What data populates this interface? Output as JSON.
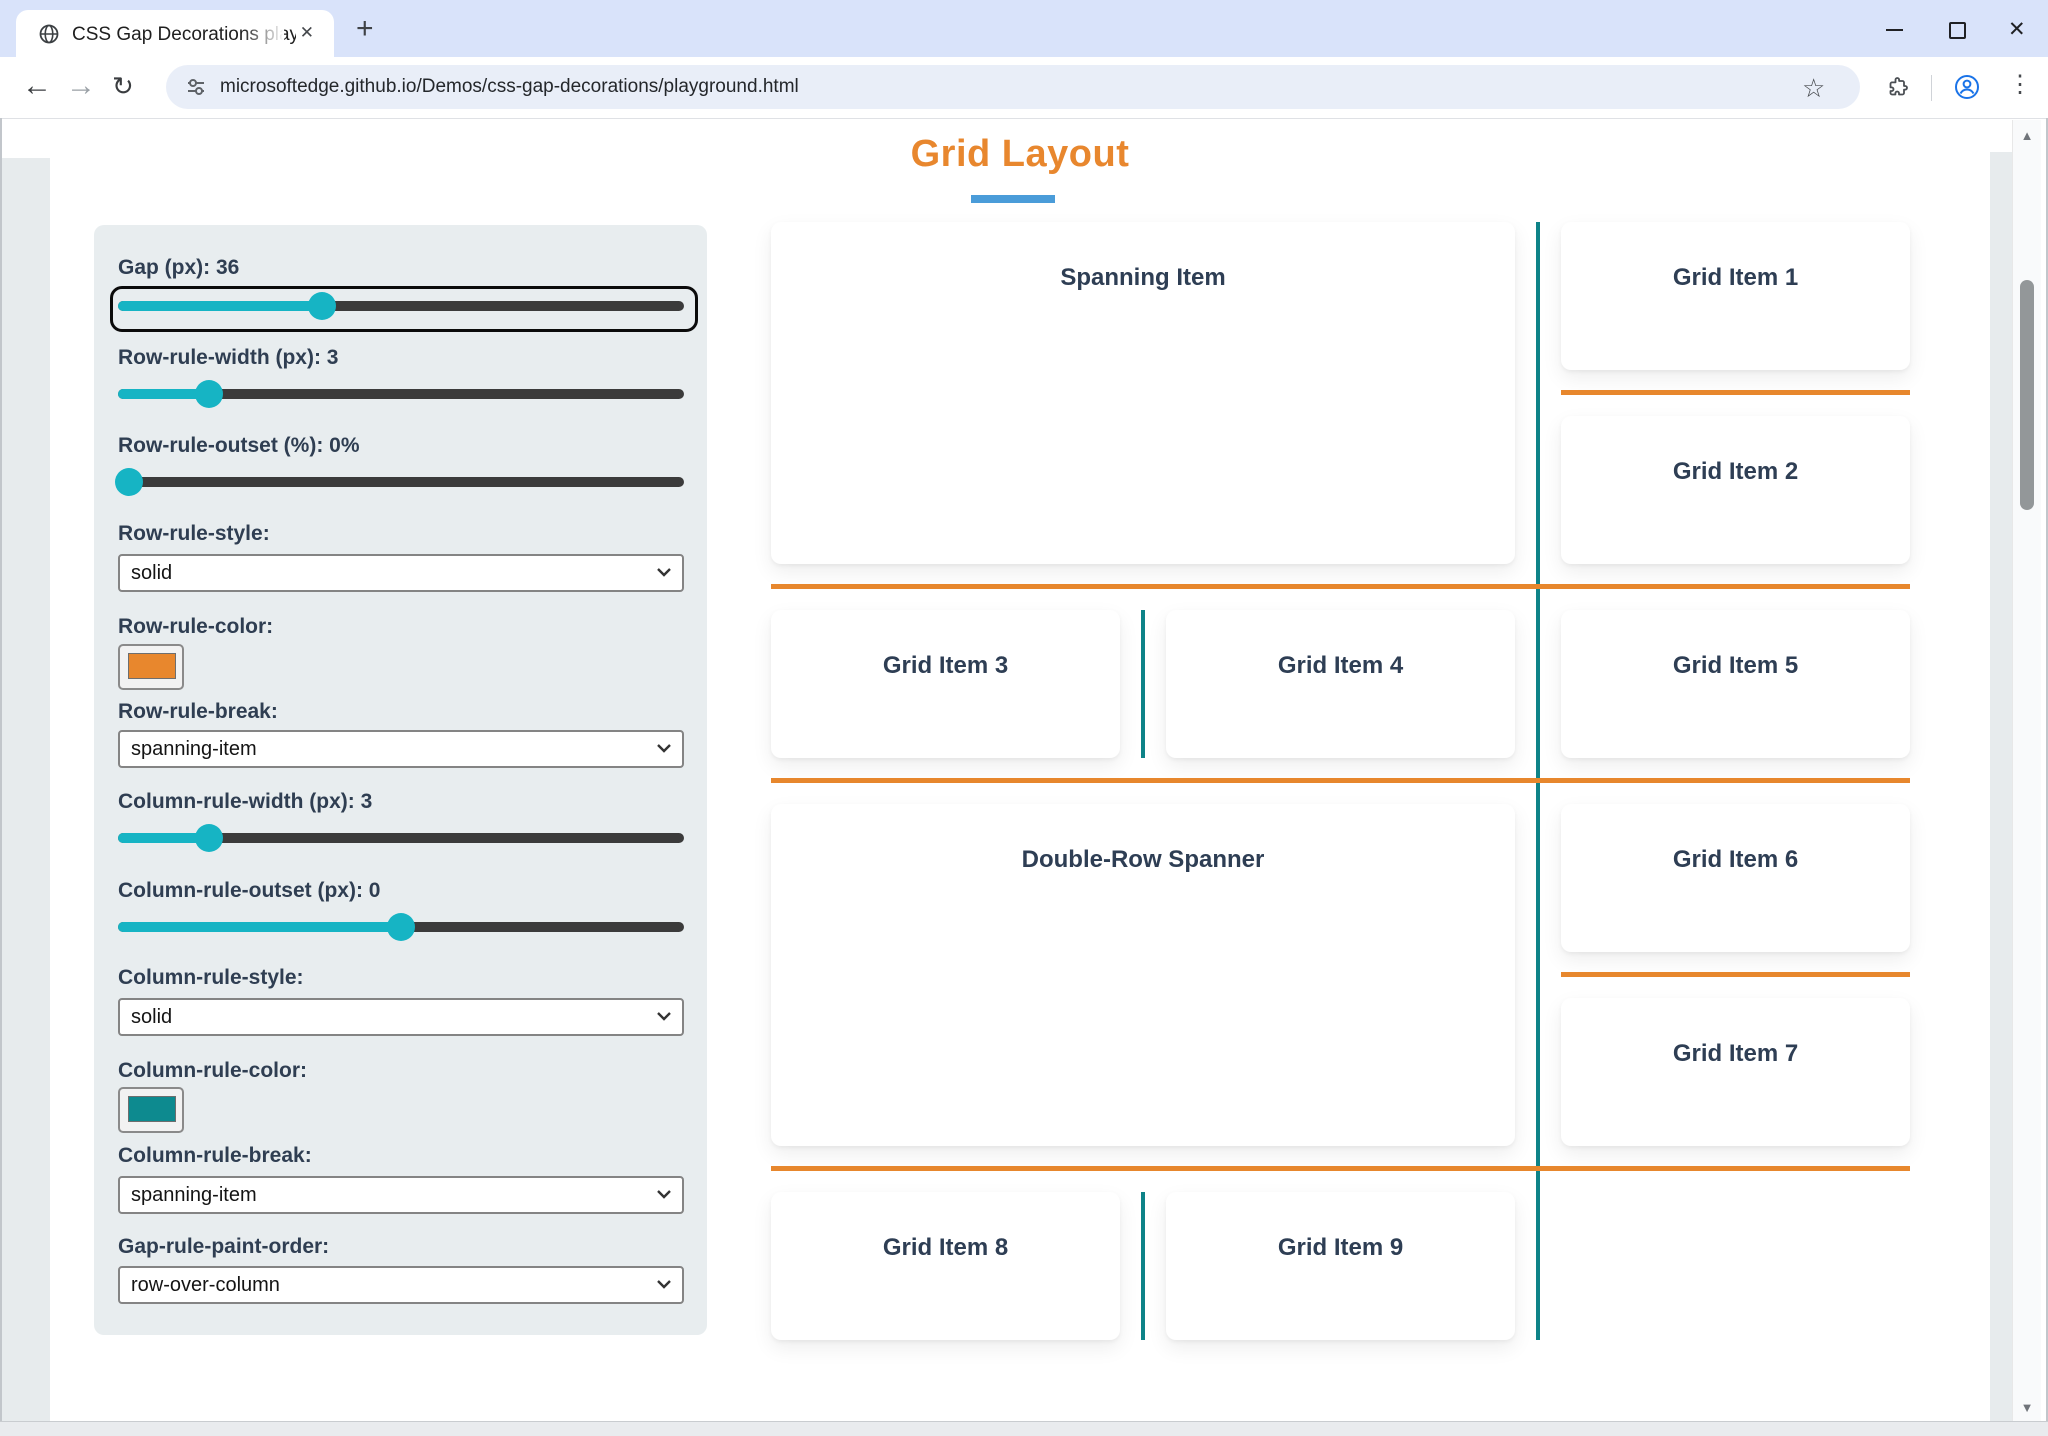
{
  "browser": {
    "tab_title": "CSS Gap Decorations playgroun",
    "url": "microsoftedge.github.io/Demos/css-gap-decorations/playground.html",
    "icons": {
      "back": "←",
      "forward": "→",
      "reload": "↻",
      "star": "☆",
      "menu": "⋮",
      "new_tab": "+",
      "tab_close": "✕",
      "window_close": "✕",
      "scroll_up": "▲",
      "scroll_down": "▼"
    }
  },
  "page": {
    "title": "Grid Layout",
    "colors": {
      "heading": "#e8872e",
      "underline": "#4a9cd9",
      "row_rule": "#e7872d",
      "column_rule": "#0e8388",
      "slider_fill": "#16b4c4"
    }
  },
  "sidebar": {
    "controls": [
      {
        "type": "slider",
        "label": "Gap (px): 36",
        "fill": "36%",
        "focused": true
      },
      {
        "type": "slider",
        "label": "Row-rule-width (px): 3",
        "fill": "16%"
      },
      {
        "type": "slider",
        "label": "Row-rule-outset (%): 0%",
        "fill": "2%"
      },
      {
        "type": "select",
        "label": "Row-rule-style:",
        "value": "solid"
      },
      {
        "type": "color",
        "label": "Row-rule-color:",
        "swatch": "#e8872d"
      },
      {
        "type": "select",
        "label": "Row-rule-break:",
        "value": "spanning-item"
      },
      {
        "type": "slider",
        "label": "Column-rule-width (px): 3",
        "fill": "16%"
      },
      {
        "type": "slider",
        "label": "Column-rule-outset (px): 0",
        "fill": "50%"
      },
      {
        "type": "select",
        "label": "Column-rule-style:",
        "value": "solid"
      },
      {
        "type": "color",
        "label": "Column-rule-color:",
        "swatch": "#0d8a8f"
      },
      {
        "type": "select",
        "label": "Column-rule-break:",
        "value": "spanning-item"
      },
      {
        "type": "select",
        "label": "Gap-rule-paint-order:",
        "value": "row-over-column"
      }
    ]
  },
  "grid": {
    "items": [
      "Spanning Item",
      "Grid Item 1",
      "Grid Item 2",
      "Grid Item 3",
      "Grid Item 4",
      "Grid Item 5",
      "Double-Row Spanner",
      "Grid Item 6",
      "Grid Item 7",
      "Grid Item 8",
      "Grid Item 9"
    ]
  }
}
